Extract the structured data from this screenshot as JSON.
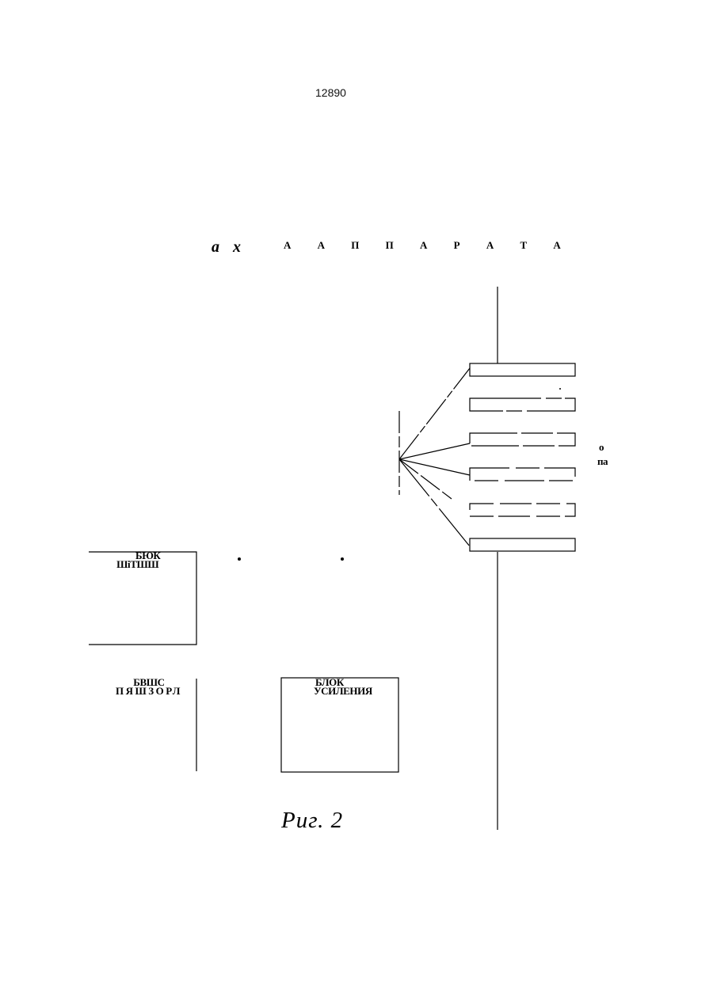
{
  "page_number": "12890",
  "header": {
    "prefix": "а х",
    "title": "А А П П А Р А Т А"
  },
  "blocks": {
    "block_1": {
      "line1": "БЮК",
      "line2": "ШiТШШ"
    },
    "block_2": {
      "line1": "БВШС",
      "line2": "ПЯШЗОРЛ"
    },
    "block_3": {
      "line1": "БЛОК",
      "line2": "УСИЛЕНИЯ"
    }
  },
  "side_labels": {
    "upper": "о",
    "lower": "па"
  },
  "caption": "Риг. 2",
  "colors": {
    "ink": "#000000",
    "background": "#ffffff"
  }
}
